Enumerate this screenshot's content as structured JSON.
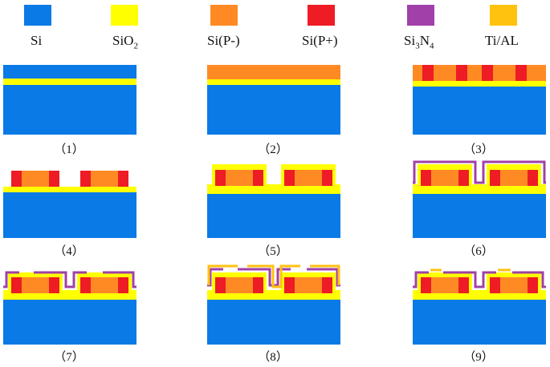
{
  "legend": [
    {
      "name": "si",
      "label": "Si",
      "color": "#0a7ae6"
    },
    {
      "name": "sio2",
      "label": "SiO",
      "sub": "2",
      "color": "#ffff00"
    },
    {
      "name": "si-p-minus",
      "label": "Si(P-)",
      "color": "#ff8a24"
    },
    {
      "name": "si-p-plus",
      "label": "Si(P+)",
      "color": "#ee1c24"
    },
    {
      "name": "si3n4",
      "label": "Si",
      "sub": "3",
      "label2": "N",
      "sub2": "4",
      "color": "#a040a8"
    },
    {
      "name": "ti-al",
      "label": "Ti/AL",
      "color": "#ffc20e"
    }
  ],
  "steps": [
    "（1）",
    "（2）",
    "（3）",
    "（4）",
    "（5）",
    "（6）",
    "（7）",
    "（8）",
    "（9）"
  ]
}
